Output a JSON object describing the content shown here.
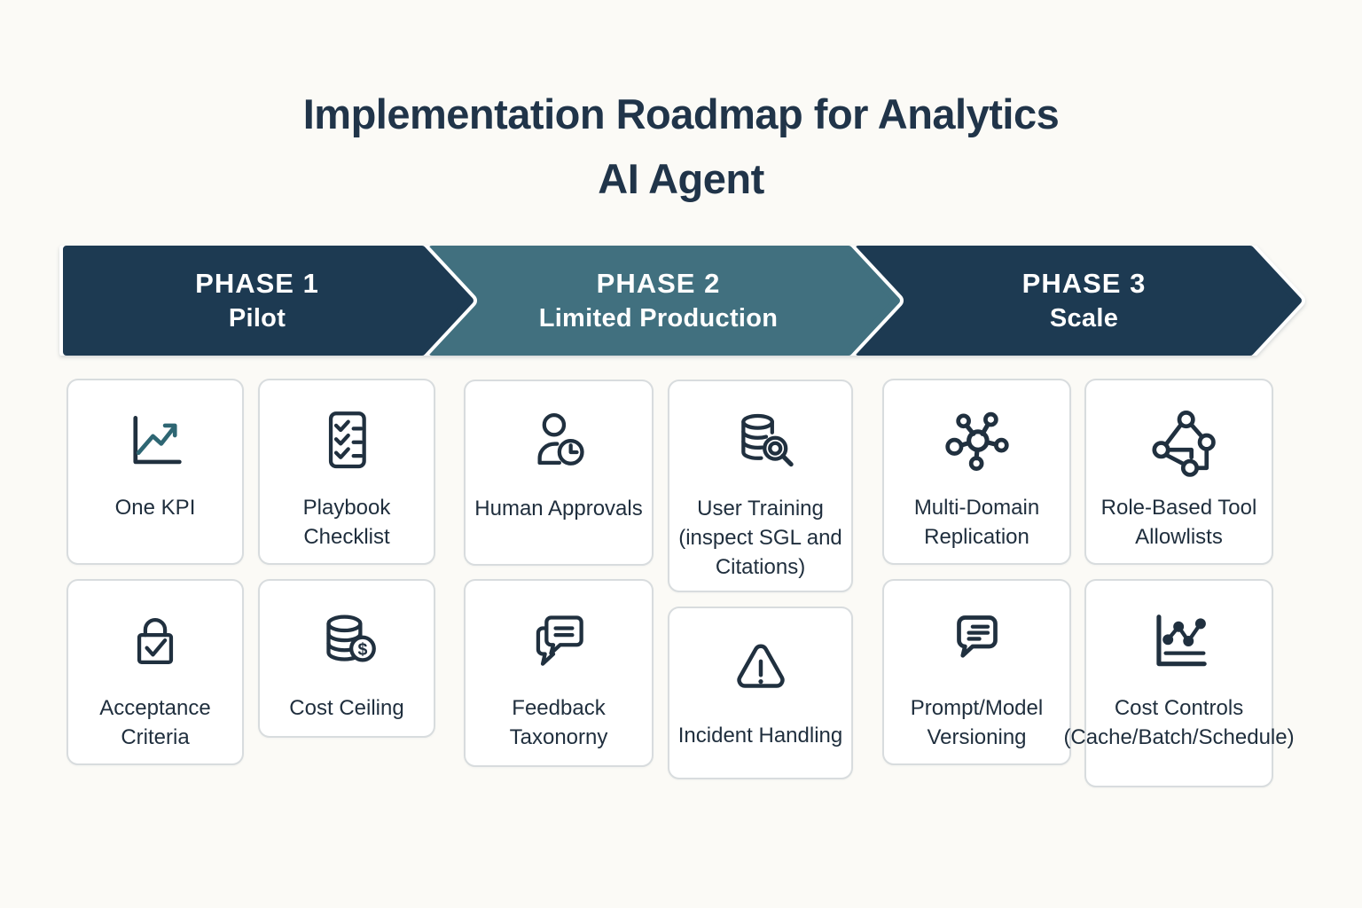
{
  "title": {
    "line1": "Implementation Roadmap for Analytics",
    "line2": "AI Agent"
  },
  "colors": {
    "background": "#fbfaf6",
    "navy": "#1d3a52",
    "teal": "#41707f",
    "icon_and_text": "#20303f",
    "accent_trend_teal": "#2e6673",
    "card_border": "#d8dcde",
    "card_background": "#ffffff",
    "phase_text": "#ffffff"
  },
  "phases": [
    {
      "label": "PHASE 1",
      "sublabel": "Pilot",
      "color": "#1d3a52",
      "cards": [
        {
          "label": "One KPI",
          "icon": "line-chart-icon"
        },
        {
          "label": "Playbook Checklist",
          "icon": "checklist-icon"
        },
        {
          "label": "Acceptance Criteria",
          "icon": "lock-check-icon"
        },
        {
          "label": "Cost Ceiling",
          "icon": "coins-dollar-icon"
        }
      ]
    },
    {
      "label": "PHASE 2",
      "sublabel": "Limited Production",
      "color": "#41707f",
      "cards": [
        {
          "label": "Human Approvals",
          "icon": "user-clock-icon"
        },
        {
          "label": "User Training (inspect SGL and Citations)",
          "icon": "database-search-icon"
        },
        {
          "label": "Feedback Taxonorny",
          "icon": "chat-bubbles-icon"
        },
        {
          "label": "Incident Handling",
          "icon": "warning-triangle-icon"
        }
      ]
    },
    {
      "label": "PHASE 3",
      "sublabel": "Scale",
      "color": "#1d3a52",
      "cards": [
        {
          "label": "Multi-Domain Replication",
          "icon": "hub-network-icon"
        },
        {
          "label": "Role-Based Tool Allowlists",
          "icon": "graph-nodes-icon"
        },
        {
          "label": "Prompt/Model Versioning",
          "icon": "speech-bubble-icon"
        },
        {
          "label": "Cost Controls (Cache/Batch/Schedule)",
          "icon": "dot-chart-icon"
        }
      ]
    }
  ]
}
